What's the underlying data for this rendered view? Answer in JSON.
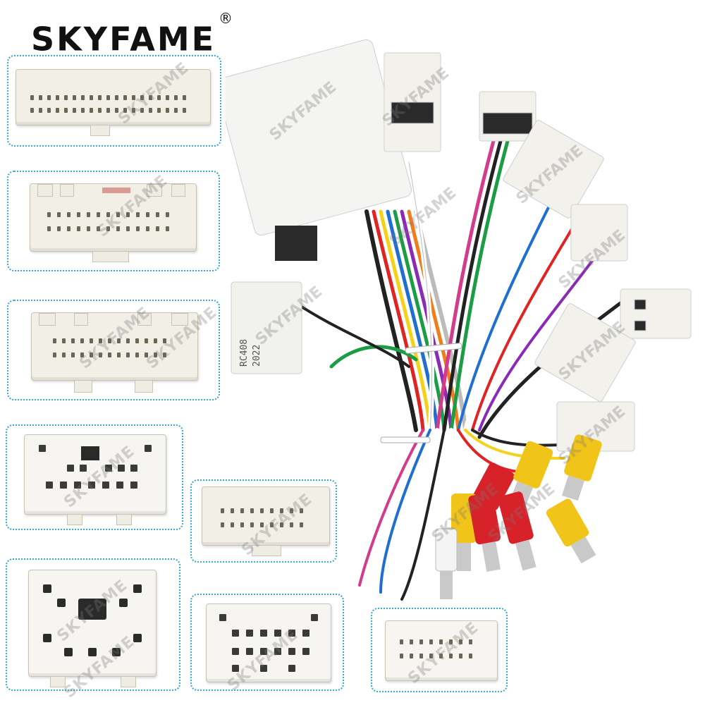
{
  "brand": {
    "name": "SKYFAME",
    "mark": "®"
  },
  "watermark": "SKYFAME",
  "module_label": {
    "line1": "RC408",
    "line2": "2022"
  },
  "colors": {
    "box_border": "#33a8d4",
    "connector": "#f2efe6",
    "rca_red": "#d8222a",
    "rca_yellow": "#f0c419",
    "rca_white": "#f4f4f4"
  }
}
